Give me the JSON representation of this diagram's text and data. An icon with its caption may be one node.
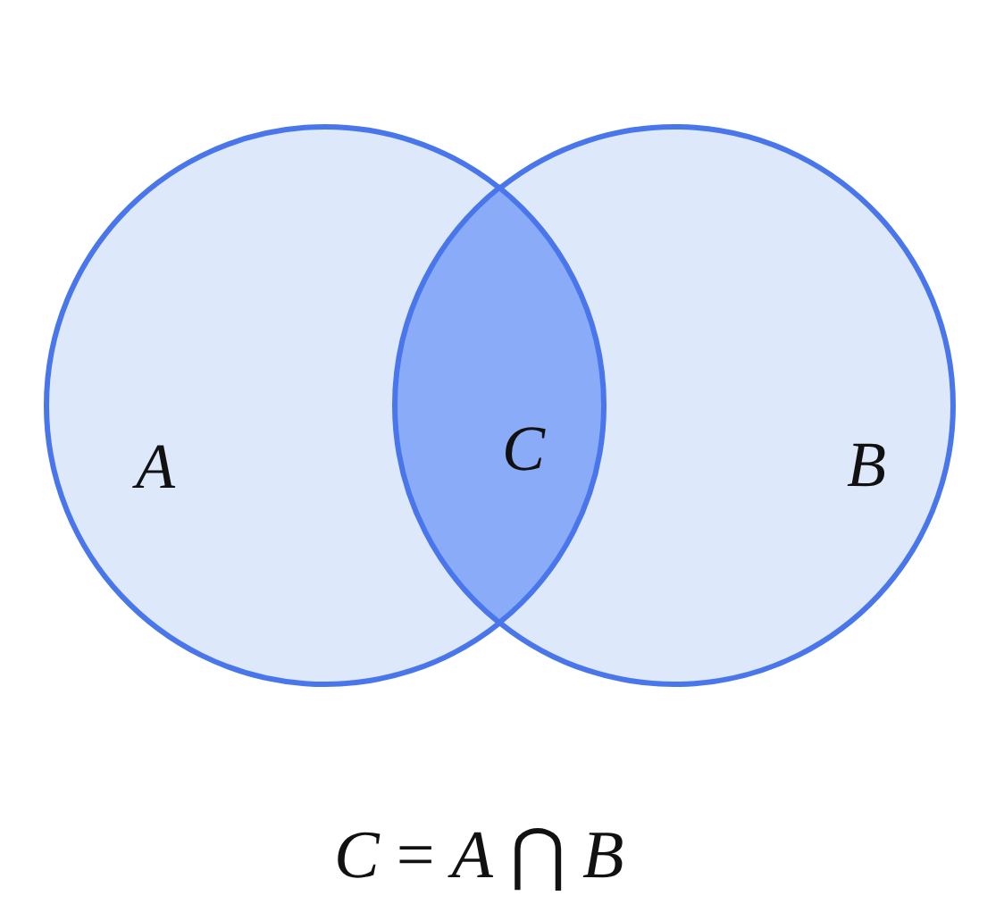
{
  "diagram": {
    "caption": "*C* = *A* ⋂ *B*",
    "nodes": [
      {
        "text": [
          "A"
        ]
      },
      {
        "text": [
          "B"
        ]
      },
      {
        "text": [
          "C"
        ]
      }
    ]
  }
}
